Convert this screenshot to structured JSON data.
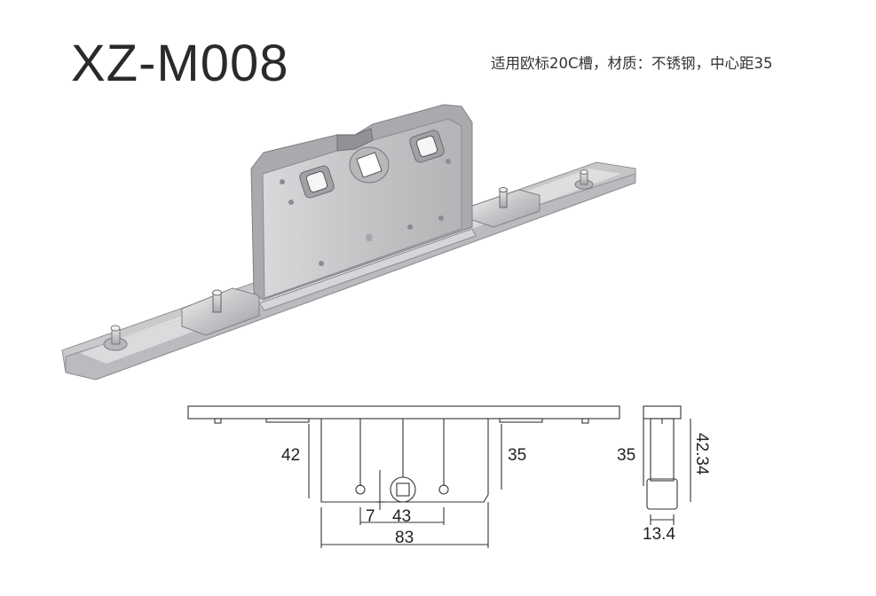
{
  "product": {
    "model": "XZ-M008",
    "spec": "适用欧标20C槽，材质：不锈钢，中心距35"
  },
  "front_view": {
    "dims": {
      "height": "42",
      "center_height": "35",
      "offset": "7",
      "center": "43",
      "width": "83"
    }
  },
  "side_view": {
    "dims": {
      "height_left": "35",
      "height_right": "42.34",
      "width": "13.4"
    }
  }
}
